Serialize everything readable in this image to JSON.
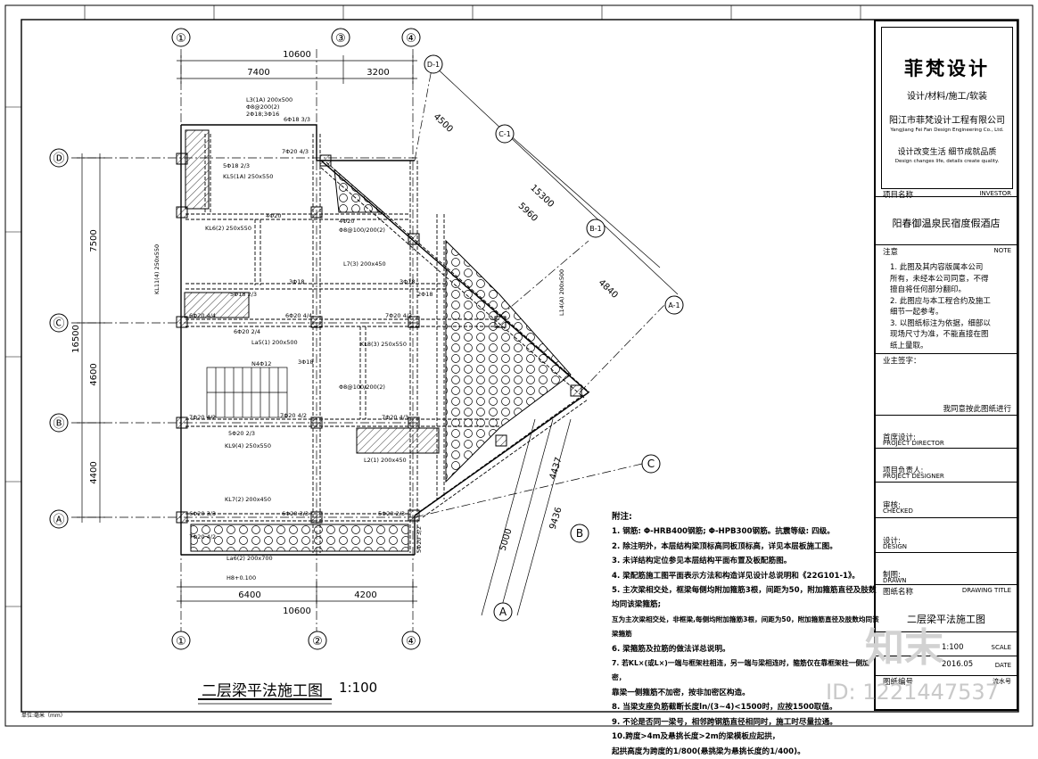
{
  "drawing": {
    "title": "二层梁平法施工图",
    "scale": "1:100",
    "unit_note": "单位:毫米（mm）",
    "watermark_id": "ID: 1221447537",
    "watermark_logo": "知末"
  },
  "grids": {
    "top": [
      "①",
      "③",
      "④"
    ],
    "bottom": [
      "①",
      "②",
      "④"
    ],
    "left": [
      "Ⓓ",
      "Ⓒ",
      "Ⓑ",
      "Ⓐ"
    ],
    "diagonal": [
      "D-1",
      "C-1",
      "B-1",
      "A-1",
      "C",
      "B",
      "A"
    ]
  },
  "dimensions": {
    "top_total": "10600",
    "top_left": "7400",
    "top_right": "3200",
    "bottom_total": "10600",
    "bottom_left": "6400",
    "bottom_right": "4200",
    "left_7500": "7500",
    "left_16500": "16500",
    "left_4600": "4600",
    "left_4400": "4400",
    "diag_4500": "4500",
    "diag_15300": "15300",
    "diag_5960": "5960",
    "diag_4840": "4840",
    "diag_4437": "4437",
    "diag_9436": "9436",
    "diag_5000": "5000"
  },
  "beam_labels": {
    "l3": "L3(1A) 200x500",
    "l3b": "Φ8@200(2)",
    "l3c": "2Φ18;3Φ16",
    "kl5": "KL5(1A) 250x550",
    "kl6": "KL6(2) 250x550",
    "kl7": "KL7(2) 200x450",
    "kl8": "KL8(3) 250x550",
    "kl9": "KL9(4) 250x550",
    "la5": "La5(1) 200x500",
    "la6": "La6(2) 200x700",
    "l7": "L7(3) 200x450",
    "l2": "L2(1) 200x450",
    "kl11": "KL11(4) 250x550",
    "l14": "L14(A) 200x500",
    "n4": "N4Φ12",
    "s1": "6Φ18 3/3",
    "s2": "7Φ20 4/3",
    "s3": "5Φ18 2/3",
    "s4": "4Φ20",
    "s5": "3Φ18",
    "s6": "2Φ18",
    "s7": "6Φ20 4/4",
    "s8": "6Φ20 2/4",
    "s9": "6Φ20 3/3",
    "s10": "5Φ20 2/3",
    "s11": "Φ8@100/200(2)",
    "s12": "7Φ20 4/2",
    "s13": "5Φ20 3/2",
    "s14": "H8+0.100"
  },
  "notes_block": {
    "heading": "附注:",
    "items": [
      "1. 钢筋: Φ-HRB400钢筋; Φ-HPB300钢筋。抗震等级: 四级。",
      "2. 除注明外，本层结构梁顶标高同板顶标高，详见本层板施工图。",
      "3. 未详结构定位参见本层结构平面布置及板配筋图。",
      "4. 梁配筋施工图平面表示方法和构造详见设计总说明和《22G101-1》。",
      "5. 主次梁相交处，框梁每侧均附加箍筋3根，间距为50，附加箍筋直径及肢数均同该梁箍筋;",
      "   互为主次梁相交处，非框梁,每侧均附加箍筋3根，间距为50，附加箍筋直径及肢数均同该梁箍筋",
      "6. 梁箍筋及拉筋的做法详总说明。",
      "7. 若KL×(或L×)一端与框架柱相连，另一端与梁相连时，箍筋仅在靠框架柱一侧加密，",
      "   靠梁一侧箍筋不加密，按非加密区构造。",
      "8. 当梁支座负筋截断长度ln/(3~4)<1500时，应按1500取值。",
      "9. 不论是否同一梁号，相邻跨钢筋直径相同时，施工时尽量拉通。",
      "10.跨度>4m及悬挑长度>2m的梁模板应起拱，",
      "   起拱高度为跨度的1/800(悬挑梁为悬挑长度的1/400)。"
    ]
  },
  "title_block": {
    "company_big": "菲梵设计",
    "company_sub": "设计/材料/施工/软装",
    "company_name": "阳江市菲梵设计工程有限公司",
    "company_en": "Yangjiang Fei Fan Design Engineering Co., Ltd.",
    "slogan": "设计改变生活 细节成就品质",
    "slogan_en": "Design changes life, details create quality.",
    "project_label": "项目名称",
    "project_label_en": "INVESTOR",
    "project_name": "阳春御温泉民宿度假酒店",
    "note_label": "注意",
    "note_label_en": "NOTE",
    "notes": [
      "1. 此图及其内容版属本公司",
      "所有，未经本公司同意，不得",
      "擅自将任何部分翻印。",
      "2. 此图应与本工程合约及施工",
      "细节一起参考。",
      "3. 以图纸标注为依据，细部以",
      "现场尺寸为准，不能直接在图",
      "纸上量取。"
    ],
    "owner_sign": "业主签字：",
    "owner_agree": "我同意按此图纸进行",
    "director": "首席设计:",
    "director_en": "PROJECT DIRECTOR",
    "designer": "项目负责人:",
    "designer_en": "PROJECT DESIGNER",
    "checked": "审核:",
    "checked_en": "CHECKED",
    "design": "设计:",
    "design_en": "DESIGN",
    "drawn": "制图:",
    "drawn_en": "DRAWN",
    "drawing_name_label": "图纸名称",
    "drawing_title_en": "DRAWING TITLE",
    "drawing_name": "二层梁平法施工图",
    "scale_label": "SCALE",
    "scale_value": "1:100",
    "date_label": "DATE",
    "date_value": "2016.05",
    "drawing_no_label": "图纸编号",
    "flow_no_label": "流水号"
  }
}
